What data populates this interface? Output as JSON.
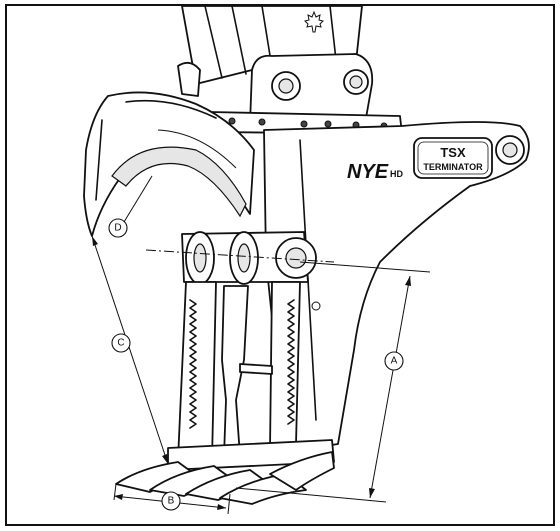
{
  "labels": {
    "brand": "NYE",
    "brand_suffix": "HD",
    "plate_line1": "TSX",
    "plate_line2": "TERMINATOR"
  },
  "callouts": [
    {
      "id": "A",
      "text": "A"
    },
    {
      "id": "B",
      "text": "B"
    },
    {
      "id": "C",
      "text": "C"
    },
    {
      "id": "D",
      "text": "D"
    }
  ],
  "icons": {
    "maple_leaf": "maple-leaf-icon"
  }
}
